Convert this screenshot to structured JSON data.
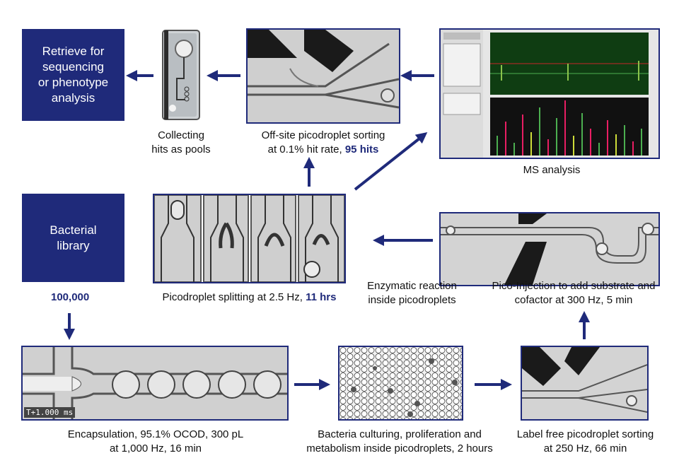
{
  "boxes": {
    "retrieve": "Retrieve for\nsequencing\nor phenotype\nanalysis",
    "library": "Bacterial\nlibrary"
  },
  "library_count": "100,000",
  "captions": {
    "collecting": "Collecting\nhits as pools",
    "offsite_line1": "Off-site picodroplet sorting",
    "offsite_line2_a": "at 0.1% hit rate, ",
    "offsite_line2_b": "95 hits",
    "ms": "MS analysis",
    "splitting_a": "Picodroplet splitting at 2.5 Hz, ",
    "splitting_b": "11 hrs",
    "enzymatic": "Enzymatic reaction\ninside picodroplets",
    "picoinjection": "Pico-Injection to add substrate and\ncofactor at 300 Hz, 5 min",
    "encapsulation": "Encapsulation, 95.1% OCOD, 300 pL\nat 1,000 Hz, 16 min",
    "culturing": "Bacteria culturing, proliferation and\nmetabolism inside picodroplets, 2 hours",
    "labelfree": "Label free picodroplet sorting\nat 250 Hz, 66 min"
  },
  "encapsulation_stamp": "T+1.000 ms",
  "colors": {
    "accent": "#1f2a7a",
    "panel_bg": "#d9d9d9"
  }
}
